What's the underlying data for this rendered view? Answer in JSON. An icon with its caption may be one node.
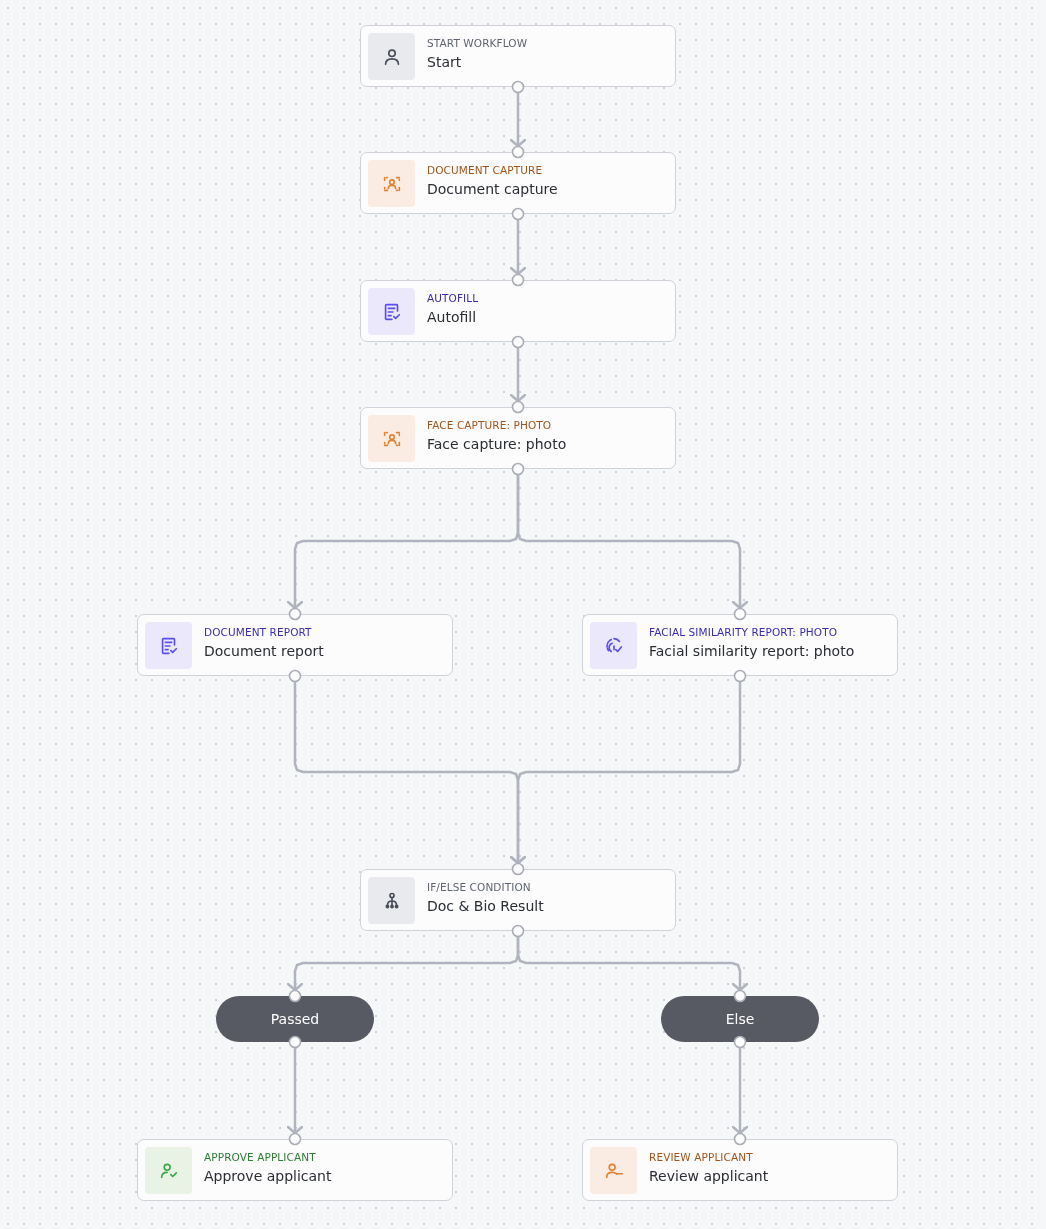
{
  "diagram": {
    "nodes": [
      {
        "text": [
          "START WORKFLOW",
          "Start"
        ]
      },
      {
        "text": [
          "DOCUMENT CAPTURE",
          "Document capture"
        ]
      },
      {
        "text": [
          "AUTOFILL",
          "Autofill"
        ]
      },
      {
        "text": [
          "FACE CAPTURE: PHOTO",
          "Face capture: photo"
        ]
      },
      {
        "text": [
          "DOCUMENT REPORT",
          "Document report"
        ]
      },
      {
        "text": [
          "FACIAL SIMILARITY REPORT: PHOTO",
          "Facial similarity report: photo"
        ]
      },
      {
        "text": [
          "IF/ELSE CONDITION",
          "Doc & Bio Result"
        ]
      },
      {
        "text": [
          "Passed"
        ]
      },
      {
        "text": [
          "Else"
        ]
      },
      {
        "text": [
          "APPROVE APPLICANT",
          "Approve applicant"
        ]
      },
      {
        "text": [
          "REVIEW APPLICANT",
          "Review applicant"
        ]
      }
    ],
    "edges": [
      {
        "from": 0,
        "to": 1,
        "arrow": "to"
      },
      {
        "from": 1,
        "to": 2,
        "arrow": "to"
      },
      {
        "from": 2,
        "to": 3,
        "arrow": "to"
      },
      {
        "from": 3,
        "to": 4,
        "arrow": "to"
      },
      {
        "from": 3,
        "to": 5,
        "arrow": "to"
      },
      {
        "from": 4,
        "to": 6,
        "arrow": "to"
      },
      {
        "from": 5,
        "to": 6,
        "arrow": "to"
      },
      {
        "from": 6,
        "to": 7,
        "arrow": "to"
      },
      {
        "from": 6,
        "to": 8,
        "arrow": "to"
      },
      {
        "from": 7,
        "to": 9,
        "arrow": "to"
      },
      {
        "from": 8,
        "to": 10,
        "arrow": "to"
      }
    ]
  }
}
